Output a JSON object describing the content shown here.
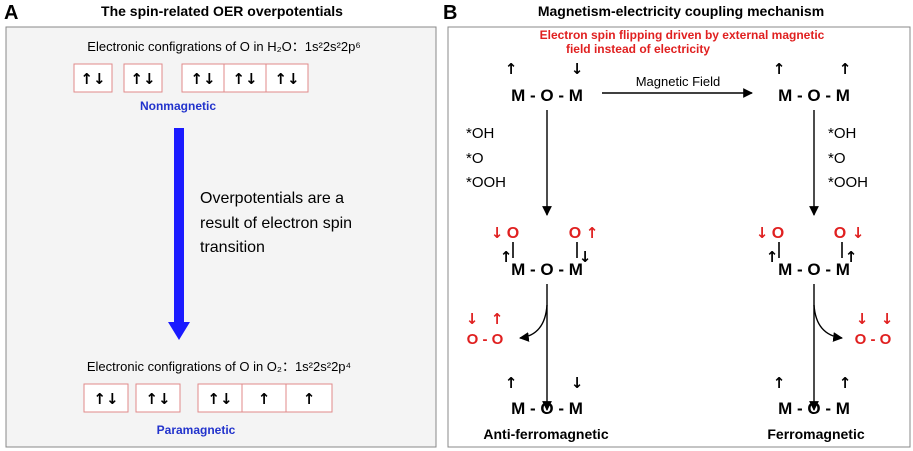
{
  "panel_a": {
    "letter": "A",
    "title": "The spin-related OER overpotentials",
    "config_h2o": "Electronic configrations of O in H₂O：1s²2s²2p⁶",
    "orbitals_h2o": [
      "↑↓",
      "↑↓",
      "↑↓",
      "↑↓",
      "↑↓"
    ],
    "nonmagnetic": "Nonmagnetic",
    "statement_lines": [
      "Overpotentials are a",
      "result of electron spin",
      "transition"
    ],
    "config_o2": "Electronic configrations of O in O₂：1s²2s²2p⁴",
    "orbitals_o2": [
      "↑↓",
      "↑↓",
      "↑↓",
      "↑",
      "↑"
    ],
    "paramagnetic": "Paramagnetic"
  },
  "panel_b": {
    "letter": "B",
    "title": "Magnetism-electricity coupling mechanism",
    "note_lines": [
      "Electron spin flipping driven by external magnetic",
      "field instead of electricity"
    ],
    "magnetic_field": "Magnetic Field",
    "mom": "M - O - M",
    "adsorbates": [
      "*OH",
      "*O",
      "*OOH"
    ],
    "o_label": "O",
    "oo_label": "O - O",
    "up": "↑",
    "down": "↓",
    "anti_label": "Anti-ferromagnetic",
    "ferro_label": "Ferromagnetic"
  },
  "colors": {
    "red": "#e02020",
    "blue_text": "#2233cc",
    "blue_arrow": "#1a1aff",
    "box_border": "#e08a8a",
    "panel_border": "#888888"
  }
}
